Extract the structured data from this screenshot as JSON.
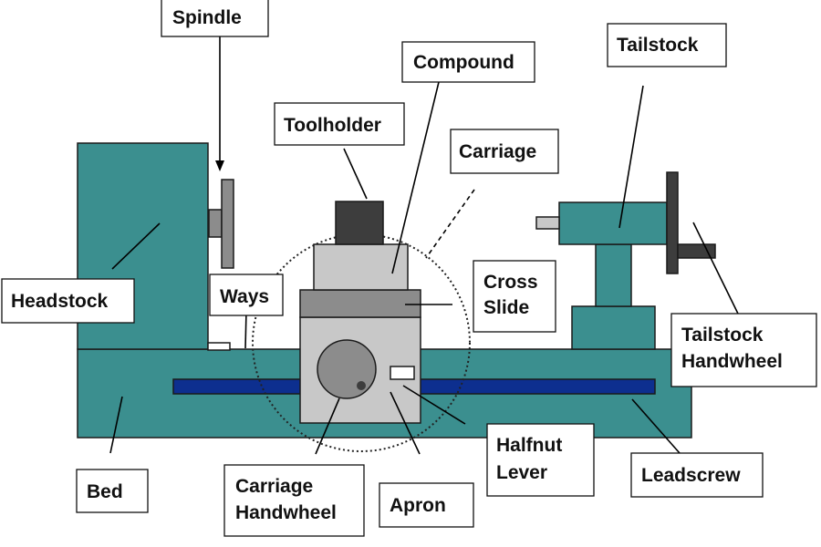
{
  "colors": {
    "body_teal": "#3b8f8f",
    "leadscrew_blue": "#0d2f8f",
    "light_gray": "#c8c8c8",
    "mid_gray": "#8c8c8c",
    "dark_gray": "#3d3d3d",
    "outline": "#1a1a1a"
  },
  "labels": {
    "spindle": "Spindle",
    "compound": "Compound",
    "tailstock": "Tailstock",
    "toolholder": "Toolholder",
    "carriage": "Carriage",
    "headstock": "Headstock",
    "ways": "Ways",
    "cross_slide": [
      "Cross",
      "Slide"
    ],
    "tailstock_handwheel": [
      "Tailstock",
      "Handwheel"
    ],
    "halfnut_lever": [
      "Halfnut",
      "Lever"
    ],
    "leadscrew": "Leadscrew",
    "bed": "Bed",
    "carriage_handwheel": [
      "Carriage",
      "Handwheel"
    ],
    "apron": "Apron"
  }
}
